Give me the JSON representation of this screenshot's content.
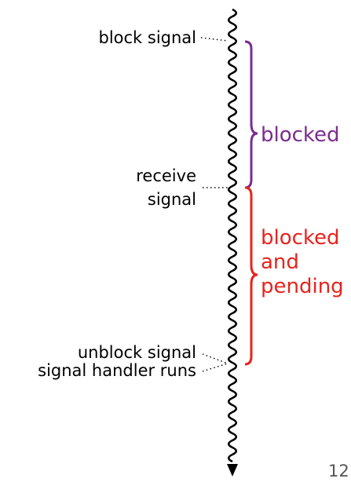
{
  "events": [
    {
      "id": "block",
      "label": "block signal"
    },
    {
      "id": "receive",
      "label": "receive\nsignal"
    },
    {
      "id": "unblock",
      "label": "unblock signal"
    },
    {
      "id": "handler",
      "label": "signal handler runs"
    }
  ],
  "intervals": [
    {
      "id": "blocked",
      "label": "blocked",
      "color": "#7b2c8e"
    },
    {
      "id": "pending",
      "label": "blocked\nand\npending",
      "color": "#e8231d"
    }
  ],
  "page_number": "12"
}
